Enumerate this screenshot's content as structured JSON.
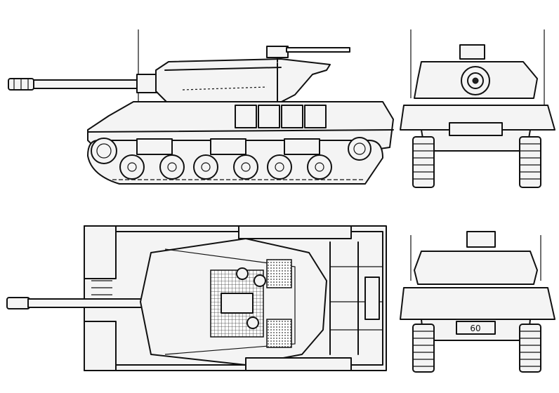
{
  "drawing": {
    "subject": "tank-destroyer-blueprint",
    "views": [
      "side",
      "front",
      "top",
      "rear"
    ],
    "line_color": "#111111",
    "background_color": "#ffffff"
  },
  "text": {
    "side_turret_number": "",
    "rear_plate_number": "60"
  }
}
